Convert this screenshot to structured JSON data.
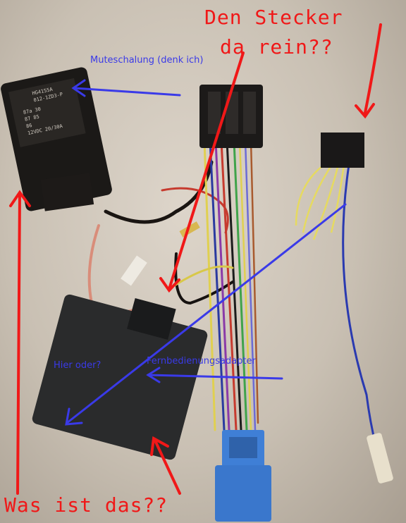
{
  "annotations": {
    "stecker_line1": "Den Stecker",
    "stecker_line2": "da rein??",
    "mute_label": "Muteschalung (denk ich)",
    "hier_label": "Hier oder?",
    "fern_label": "Fernbedienungsadapter",
    "was_label": "Was ist das??"
  },
  "relay_markings": {
    "line1": "HG4155A",
    "line2": "012-1ZD3-P",
    "line3": "87a 30",
    "line4": "87 85",
    "line5": "86",
    "line6": "12VDC 20/30A"
  },
  "colors": {
    "annotation_red": "#f01818",
    "annotation_blue": "#3a3ae8",
    "background": "#cbc2b6",
    "connector_blue": "#3f7fd6"
  }
}
